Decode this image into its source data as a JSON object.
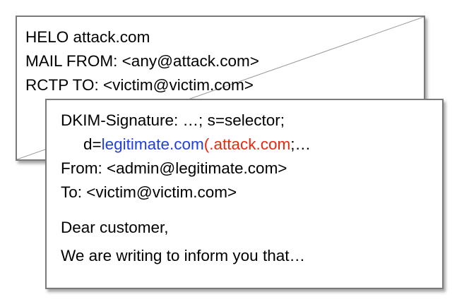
{
  "colors": {
    "border": "#7a7a7a",
    "blue": "#1f3fe0",
    "red": "#e8280f",
    "text": "#000000"
  },
  "envelope": {
    "lines": [
      "HELO attack.com",
      "MAIL FROM: <any@attack.com>",
      "RCTP TO: <victim@victim.com>"
    ]
  },
  "letter": {
    "dkim_line1": "DKIM-Signature: …; s=selector;",
    "dkim_line2": {
      "prefix": "d=",
      "legit_domain": "legitimate.com",
      "attack_suffix": "(.attack.com",
      "tail": ";…"
    },
    "from_line": "From: <admin@legitimate.com>",
    "to_line": "To: <victim@victim.com>",
    "greeting": "Dear customer,",
    "body": "We are writing to inform you that…"
  }
}
